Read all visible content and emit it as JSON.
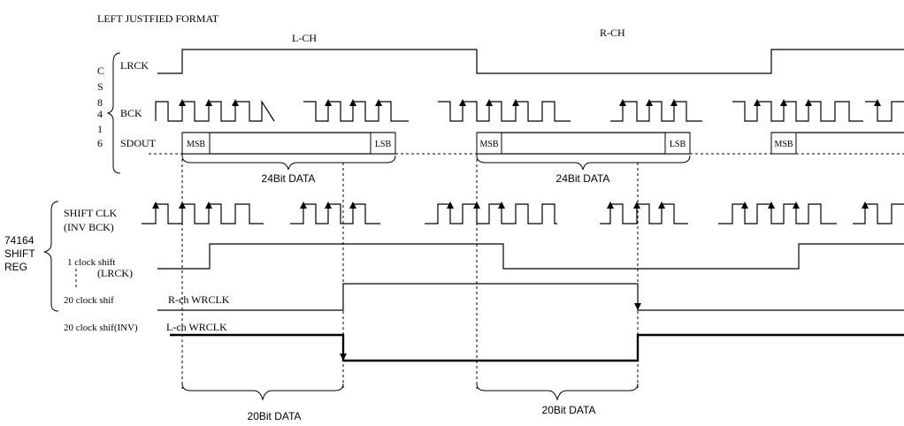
{
  "title": "LEFT JUSTFIED FORMAT",
  "channels": {
    "left": "L-CH",
    "right": "R-CH"
  },
  "chip_label": [
    "C",
    "S",
    "8",
    "4",
    "1",
    "6"
  ],
  "signals": {
    "lrck": "LRCK",
    "bck": "BCK",
    "sdout": "SDOUT",
    "shift_clk_1": "SHIFT  CLK",
    "shift_clk_2": "(INV  BCK)",
    "one_clock_1": "1 clock shift",
    "one_clock_2": "(LRCK)",
    "twenty_clock": "20 clock shif",
    "twenty_clock_inv": "20 clock shif(INV)"
  },
  "bit_labels": {
    "msb": "MSB",
    "lsb": "LSB"
  },
  "shift_reg_label": [
    "74164",
    "SHIFT",
    "REG"
  ],
  "wrclk": {
    "right": "R-ch  WRCLK",
    "left": "L-ch  WRCLK"
  },
  "data_spans": {
    "first_24bit": "24Bit DATA",
    "second_24bit": "24Bit DATA",
    "first_20bit": "20Bit DATA",
    "second_20bit": "20Bit DATA"
  }
}
